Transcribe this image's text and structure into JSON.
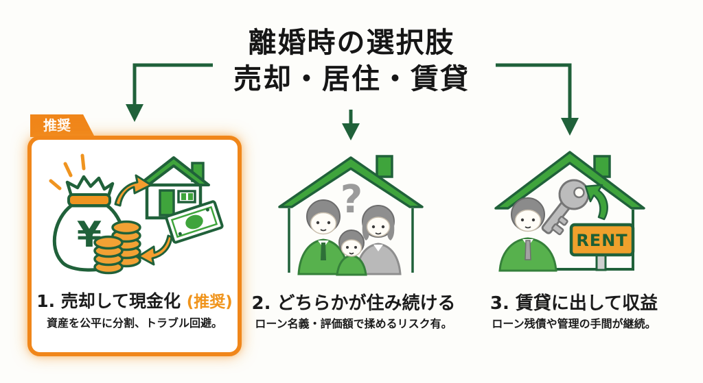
{
  "title": {
    "line1": "離婚時の選択肢",
    "line2": "売却・居住・賃貸"
  },
  "options": [
    {
      "badge": "推奨",
      "heading": "1. 売却して現金化",
      "note": "(推奨)",
      "description": "資産を公平に分割、トラブル回避。",
      "icons": {
        "yen": "¥"
      }
    },
    {
      "heading": "2. どちらかが住み続ける",
      "description": "ローン名義・評価額で揉めるリスク有。",
      "icons": {
        "question": "?"
      }
    },
    {
      "heading": "3. 賃貸に出して収益",
      "description": "ローン残債や管理の手間が継続。",
      "icons": {
        "rent": "RENT"
      }
    }
  ],
  "colors": {
    "background": "#fdfdfa",
    "outline_green": "#20613a",
    "mid_green": "#3fa43c",
    "suit_green": "#57b14d",
    "accent_orange": "#f0861a",
    "coin_orange": "#f2a134",
    "note_orange": "#f0941c",
    "gray": "#9b9b9b",
    "text": "#1b1b1b"
  }
}
